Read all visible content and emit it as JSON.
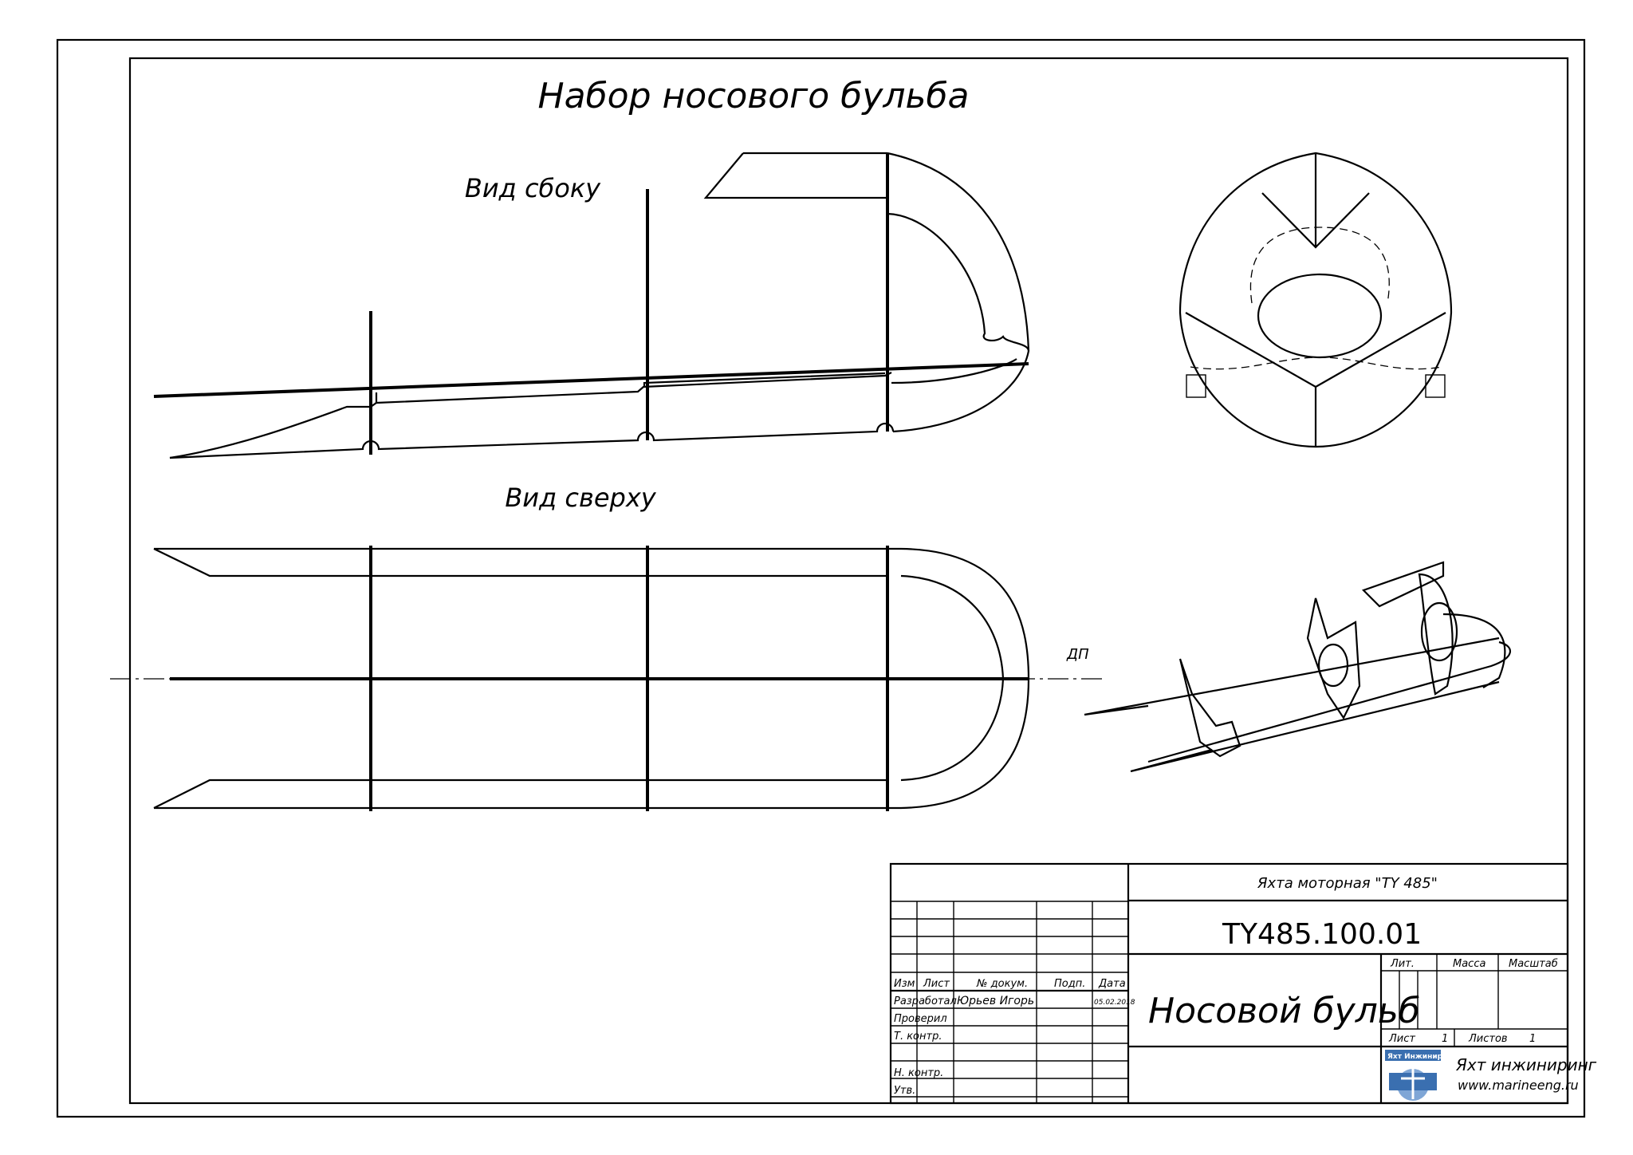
{
  "title": "Набор носового бульба",
  "views": {
    "side": "Вид сбоку",
    "top": "Вид сверху",
    "centerline": "ДП"
  },
  "title_block": {
    "project": "Яхта моторная \"TY 485\"",
    "designation": "TY485.100.01",
    "part_name": "Носовой бульб",
    "headers": {
      "izm": "Изм",
      "list": "Лист",
      "doc_no": "№ докум.",
      "sign": "Подп.",
      "date": "Дата",
      "lit": "Лит.",
      "mass": "Масса",
      "scale": "Масштаб"
    },
    "roles": {
      "developed": "Разработал",
      "checked": "Проверил",
      "t_control": "Т. контр.",
      "n_control": "Н. контр.",
      "approved": "Утв."
    },
    "developer_name": "Юрьев Игорь",
    "developer_date": "05.02.2018",
    "sheet_label": "Лист",
    "sheet_no": "1",
    "sheets_label": "Листов",
    "sheets_total": "1",
    "company_logo_text": "Яхт Инжиниринг",
    "company_name": "Яхт инжиниринг",
    "company_site": "www.marineeng.ru"
  }
}
